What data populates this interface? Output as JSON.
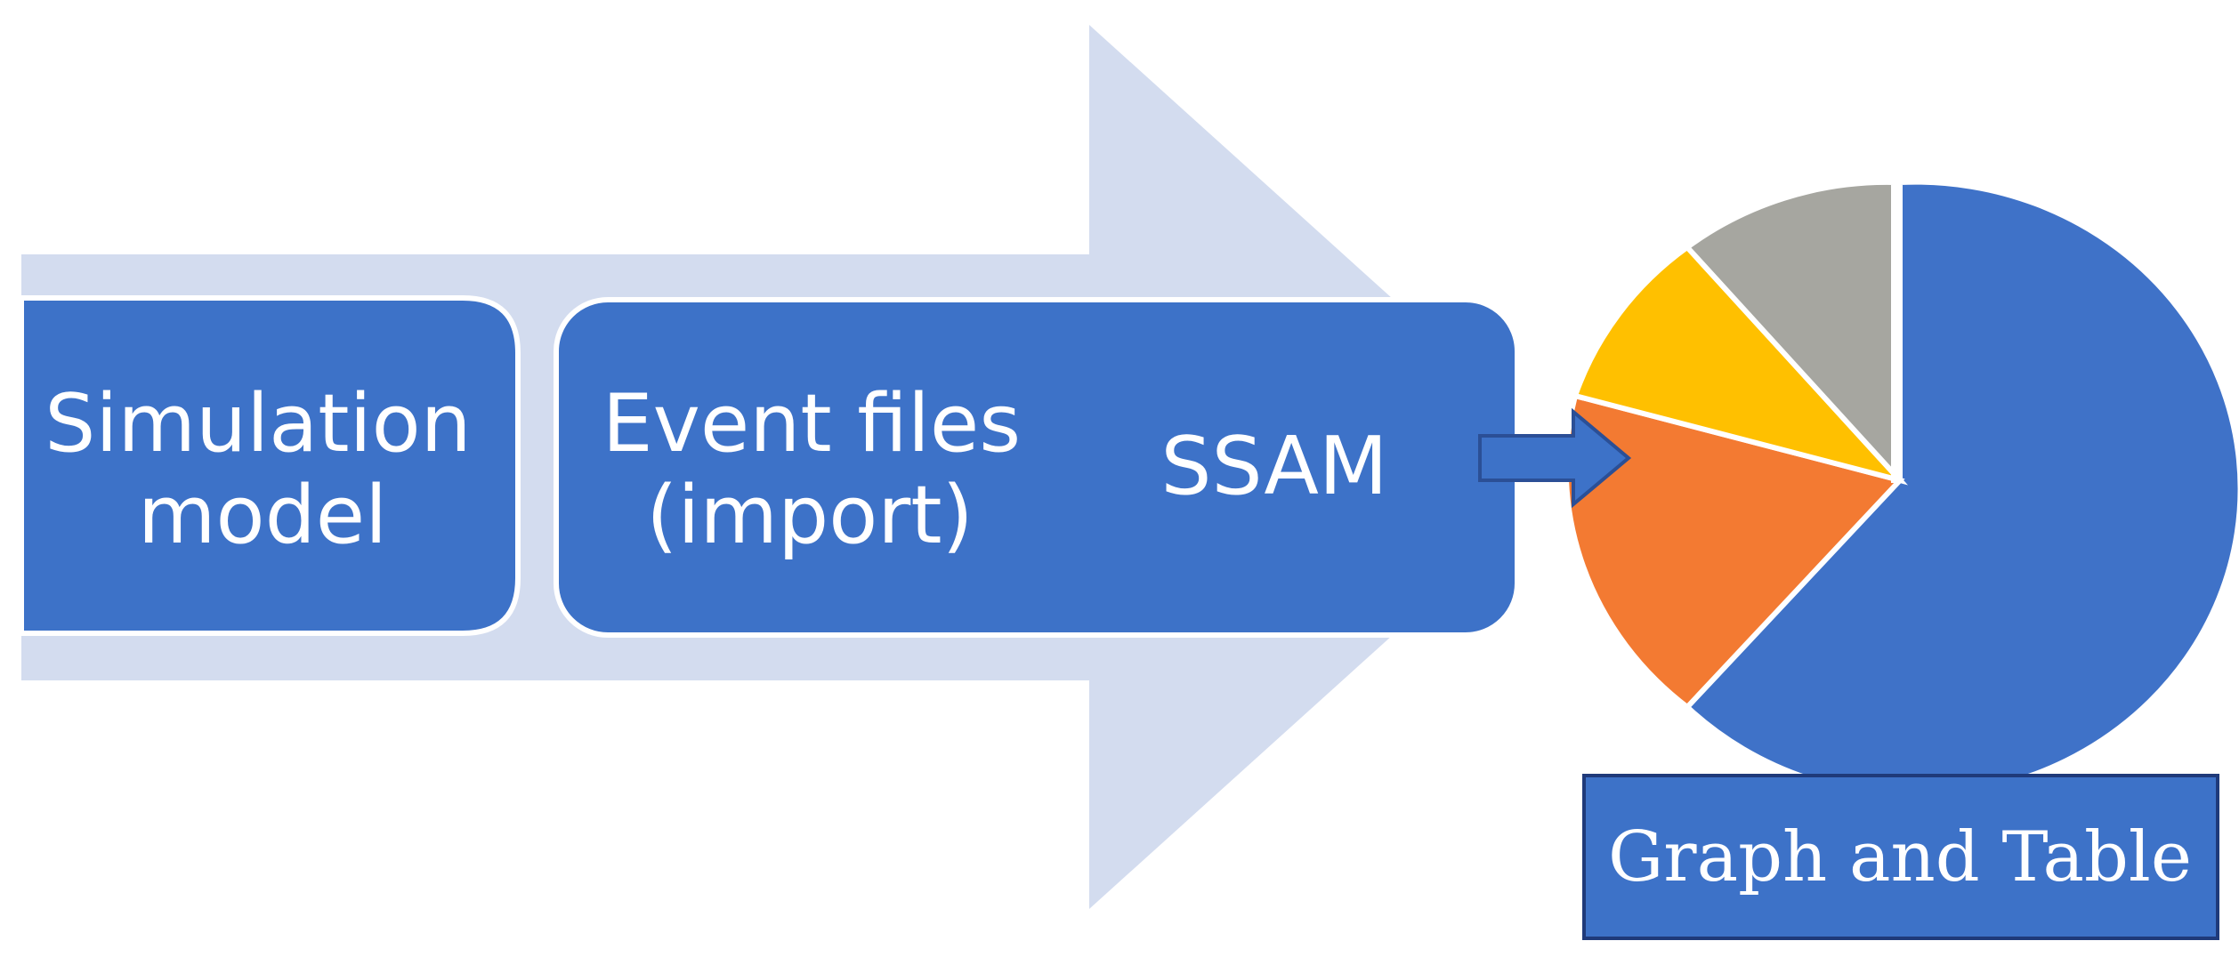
{
  "boxes": {
    "simulation_model": {
      "line1": "Simulation",
      "line2": "model"
    },
    "event_files": {
      "line1": "Event files",
      "line2": "(import)"
    },
    "ssam": {
      "label": "SSAM"
    }
  },
  "output_box": {
    "label": "Graph and Table"
  },
  "pie": {
    "slices": [
      {
        "color": "#3f72c8",
        "fraction": 0.62
      },
      {
        "color": "#f37a32",
        "fraction": 0.17
      },
      {
        "color": "#ffc000",
        "fraction": 0.09
      },
      {
        "color": "#a6a6a0",
        "fraction": 0.12
      }
    ]
  },
  "colors": {
    "big_arrow": "#d3dcef",
    "box_fill": "#3d72c8",
    "box_outline": "#ffffff",
    "small_arrow_fill": "#3d72c8",
    "small_arrow_stroke": "#2b4f96",
    "output_box_stroke": "#1f3a7a"
  }
}
